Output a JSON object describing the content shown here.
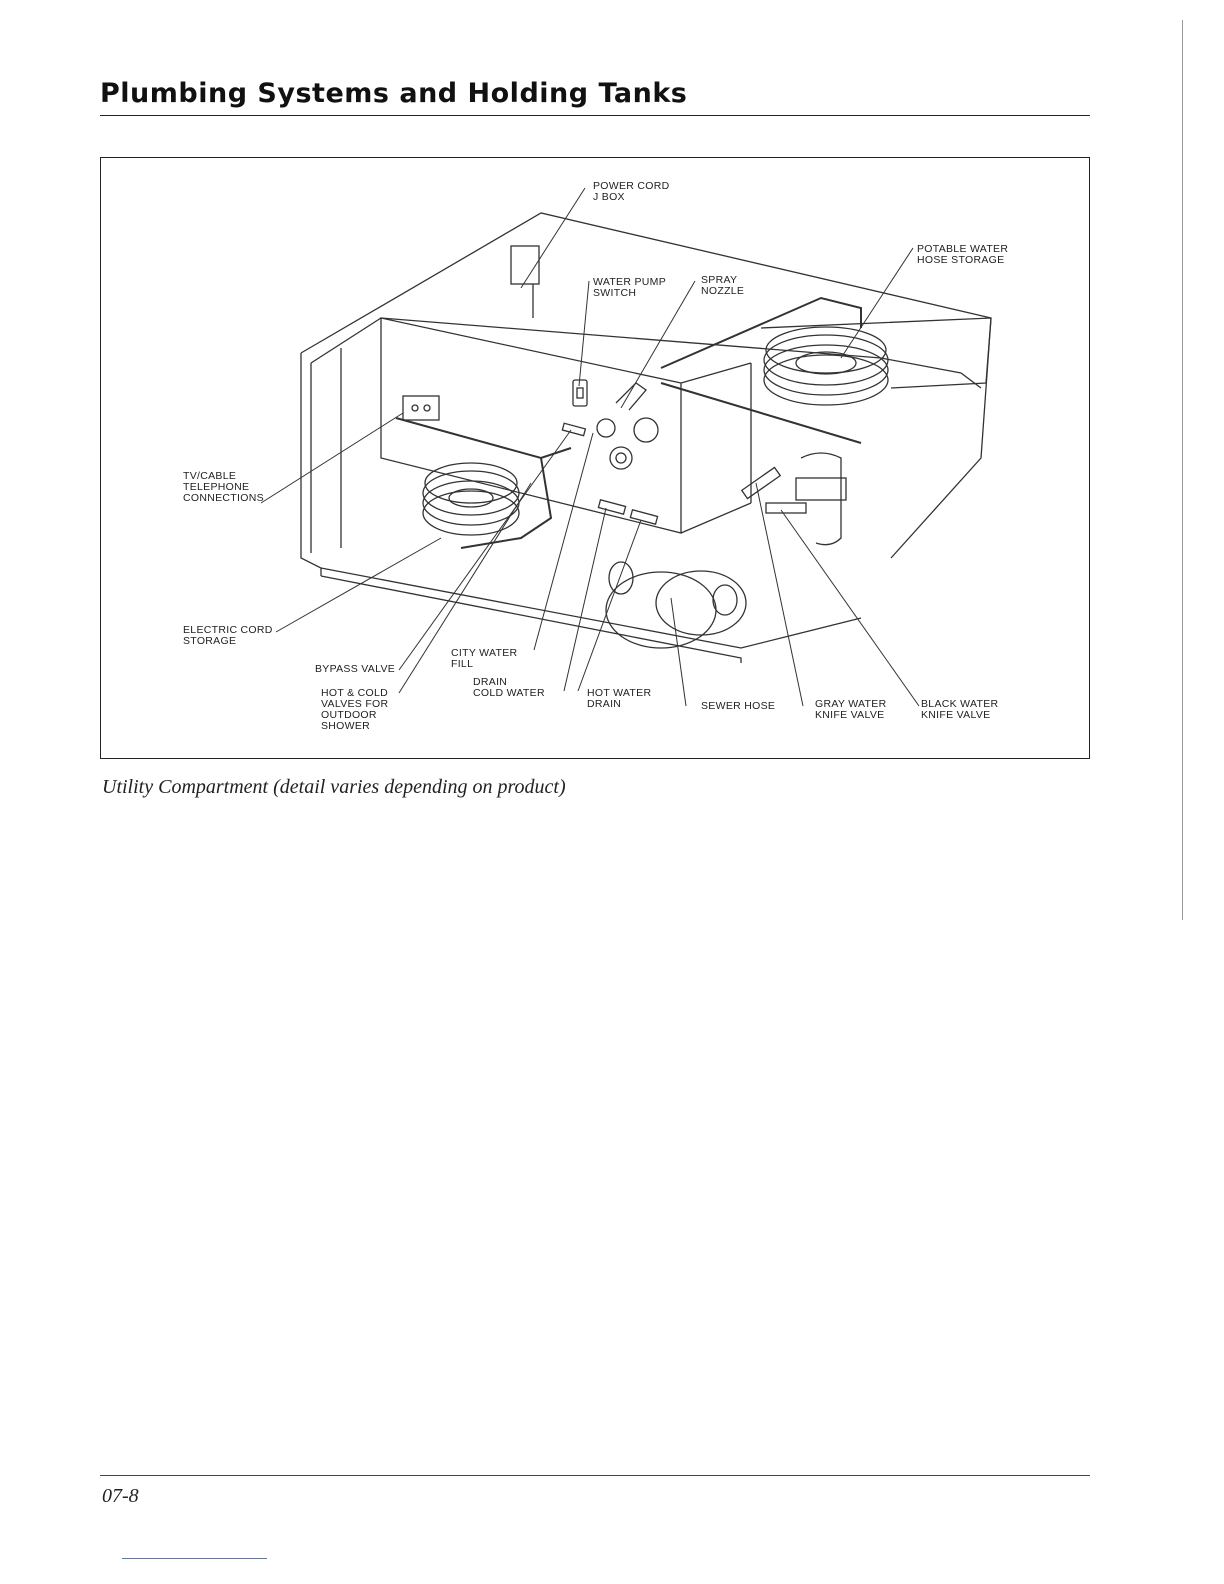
{
  "header": {
    "title": "Plumbing Systems and Holding Tanks"
  },
  "figure": {
    "labels": {
      "power_cord": "POWER CORD\nJ BOX",
      "potable_hose": "POTABLE WATER\nHOSE STORAGE",
      "water_pump_switch": "WATER PUMP\nSWITCH",
      "spray_nozzle": "SPRAY\nNOZZLE",
      "tv_cable": "TV/CABLE\nTELEPHONE\nCONNECTIONS",
      "electric_cord": "ELECTRIC CORD\nSTORAGE",
      "bypass_valve": "BYPASS VALVE",
      "city_water": "CITY WATER\nFILL",
      "hot_cold_valves": "HOT & COLD\nVALVES FOR\nOUTDOOR\nSHOWER",
      "drain_cold": "DRAIN\nCOLD WATER",
      "hot_water_drain": "HOT WATER\nDRAIN",
      "sewer_hose": "SEWER HOSE",
      "gray_water": "GRAY WATER\nKNIFE VALVE",
      "black_water": "BLACK WATER\nKNIFE VALVE"
    },
    "caption": "Utility Compartment (detail varies depending on product)"
  },
  "footer": {
    "page_number": "07-8"
  }
}
